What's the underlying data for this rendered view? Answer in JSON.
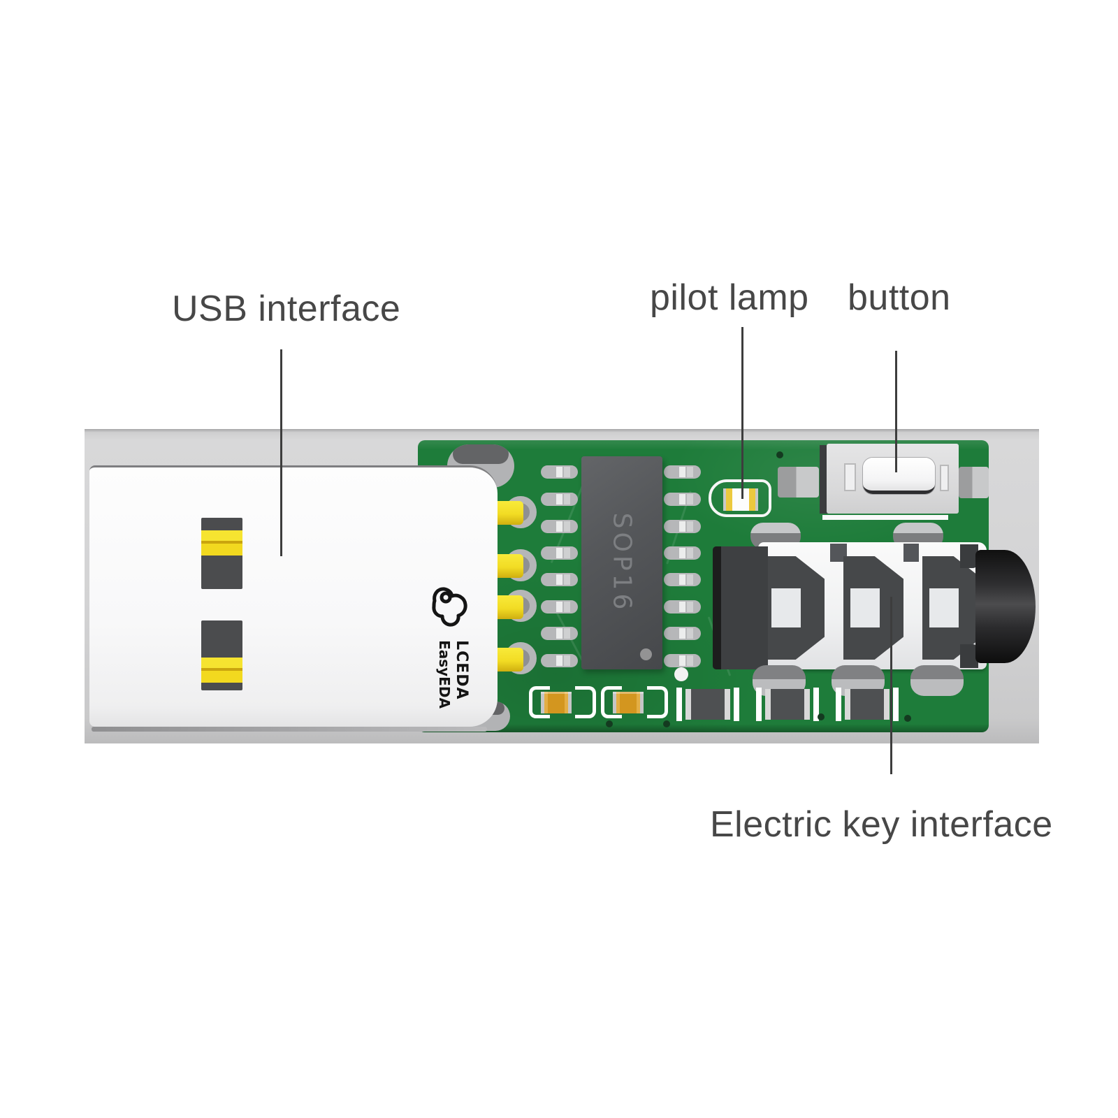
{
  "labels": {
    "usb_interface": "USB interface",
    "pilot_lamp": "pilot lamp",
    "button": "button",
    "electric_key_interface": "Electric key interface"
  },
  "board": {
    "chip_marking": "SOP16",
    "logo_line1": "LCEDA",
    "logo_line2": "EasyEDA"
  },
  "colors": {
    "pcb_green": "#1e7c3a",
    "case_gray": "#d3d3d4",
    "usb_pin_yellow": "#f2dc24",
    "capacitor_orange": "#d3961f",
    "led_amber": "#ecc93e",
    "label_text": "#474747",
    "leader_line": "#3d3d3d"
  }
}
